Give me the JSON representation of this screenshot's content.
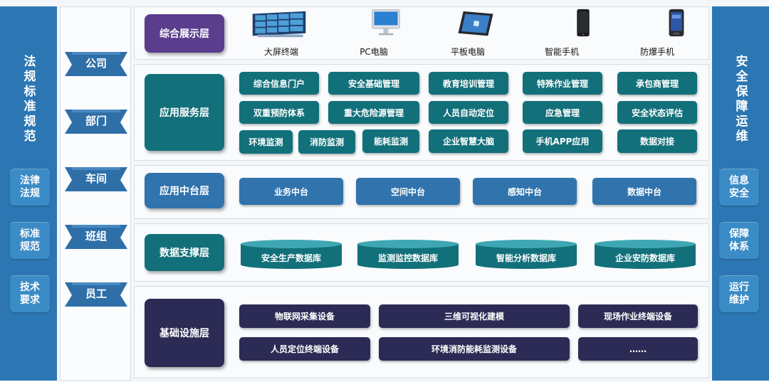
{
  "left_sidebar": {
    "title": "法规标准规范",
    "items": [
      "法律\n法规",
      "标准\n规范",
      "技术\n要求"
    ]
  },
  "right_sidebar": {
    "title": "安全保障运维",
    "items": [
      "信息\n安全",
      "保障\n体系",
      "运行\n维护"
    ]
  },
  "org_levels": [
    "公司",
    "部门",
    "车间",
    "班组",
    "员工"
  ],
  "layers": {
    "display": {
      "label": "综合展示层",
      "devices": [
        "大屏终端",
        "PC电脑",
        "平板电脑",
        "智能手机",
        "防爆手机"
      ]
    },
    "app_service": {
      "label": "应用服务层",
      "rows": [
        [
          "综合信息门户",
          "安全基础管理",
          "教育培训管理",
          "特殊作业管理",
          "承包商管理"
        ],
        [
          "双重预防体系",
          "重大危险源管理",
          "人员自动定位",
          "应急管理",
          "安全状态评估"
        ],
        [
          "环境监测",
          "消防监测",
          "能耗监测",
          "企业智慧大脑",
          "手机APP应用",
          "数据对接"
        ]
      ]
    },
    "middle_platform": {
      "label": "应用中台层",
      "items": [
        "业务中台",
        "空间中台",
        "感知中台",
        "数据中台"
      ]
    },
    "data_support": {
      "label": "数据支撑层",
      "items": [
        "安全生产数据库",
        "监测监控数据库",
        "智能分析数据库",
        "企业安防数据库"
      ]
    },
    "infrastructure": {
      "label": "基础设施层",
      "rows": [
        [
          "物联网采集设备",
          "三维可视化建模",
          "现场作业终端设备"
        ],
        [
          "人员定位终端设备",
          "环境消防能耗监测设备",
          "……"
        ]
      ]
    }
  },
  "colors": {
    "sidebar_blue": "#2c77b3",
    "ribbon_blue": "#2f6fa8",
    "display_purple": "#5a3d8d",
    "teal": "#12707a",
    "blue": "#3173ad",
    "navy": "#2c2b55"
  },
  "icons": [
    "video-wall-icon",
    "desktop-pc-icon",
    "tablet-icon",
    "smartphone-icon",
    "explosion-proof-phone-icon"
  ]
}
